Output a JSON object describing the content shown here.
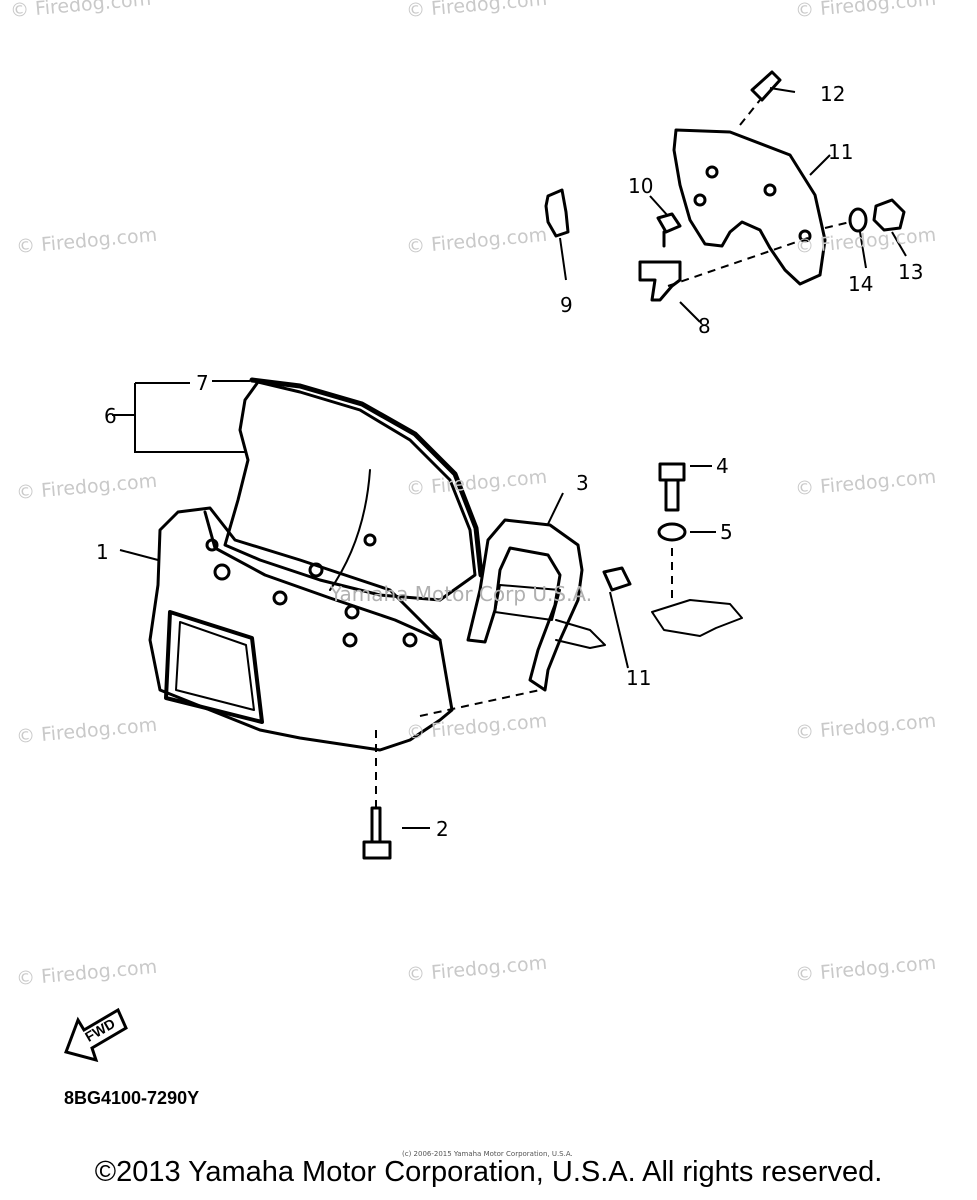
{
  "watermarks": {
    "text": "© Firedog.com",
    "center_text": "Yamaha Motor Corp U.S.A."
  },
  "callouts": {
    "c1": "1",
    "c2": "2",
    "c3": "3",
    "c4": "4",
    "c5": "5",
    "c6": "6",
    "c7": "7",
    "c8": "8",
    "c9": "9",
    "c10": "10",
    "c11a": "11",
    "c11b": "11",
    "c12": "12",
    "c13": "13",
    "c14": "14"
  },
  "fwd_label": "FWD",
  "diagram_code": "8BG4100-7290Y",
  "tiny_credit": "(c) 2006-2015 Yamaha Motor Corporation, U.S.A.",
  "copyright": "©2013 Yamaha Motor Corporation, U.S.A. All rights reserved."
}
